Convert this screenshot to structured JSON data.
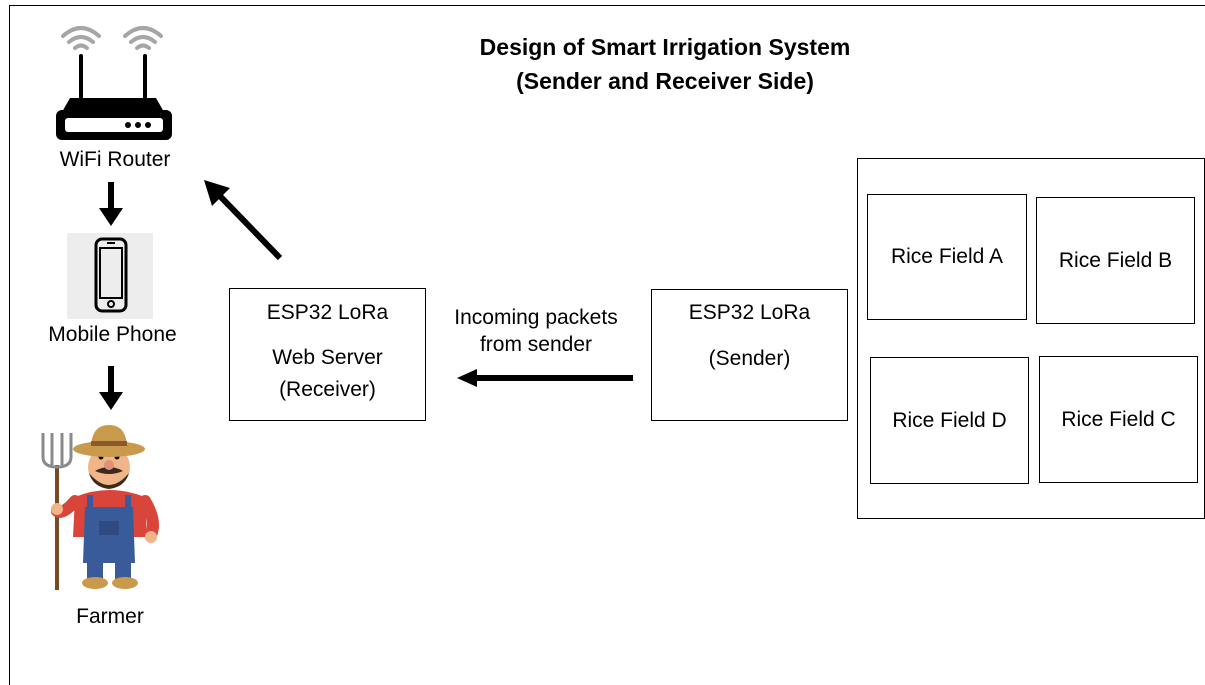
{
  "title": {
    "line1": "Design of Smart Irrigation System",
    "line2": "(Sender and Receiver Side)"
  },
  "left_column": {
    "router_label": "WiFi Router",
    "phone_label": "Mobile Phone",
    "farmer_label": "Farmer"
  },
  "receiver": {
    "line1": "ESP32 LoRa",
    "line2": "Web Server",
    "line3": "(Receiver)"
  },
  "link_label": {
    "line1": "Incoming packets",
    "line2": "from sender"
  },
  "sender": {
    "line1": "ESP32 LoRa",
    "line2": "(Sender)"
  },
  "fields": {
    "a": "Rice Field A",
    "b": "Rice Field B",
    "d": "Rice Field D",
    "c": "Rice Field C"
  },
  "icons": [
    "wifi-icon",
    "router-icon",
    "mobile-phone-icon",
    "farmer-icon",
    "arrow-icon"
  ],
  "colors": {
    "line": "#000000",
    "farmer_shirt": "#d9453a",
    "farmer_overalls": "#3a5b9a",
    "farmer_hat": "#c99a4b"
  }
}
